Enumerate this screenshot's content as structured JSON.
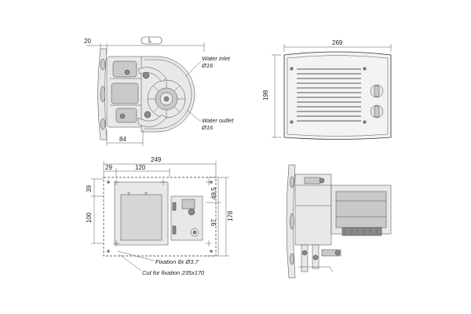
{
  "dimensions": {
    "d20": "20",
    "dL": "L",
    "d84": "84",
    "d269": "269",
    "d198": "198",
    "d249": "249",
    "d29": "29",
    "d120": "120",
    "d39": "39",
    "d100": "100",
    "d49_5": "49.5",
    "d97": "97",
    "d178": "178"
  },
  "annotations": {
    "water_inlet": "Water inlet",
    "water_inlet_size": "Ø16",
    "water_outlet": "Water outlet",
    "water_outlet_size": "Ø16",
    "fixation": "Fixation 8x  Ø3.7",
    "cutout": "Cut for fixation  235x170"
  }
}
